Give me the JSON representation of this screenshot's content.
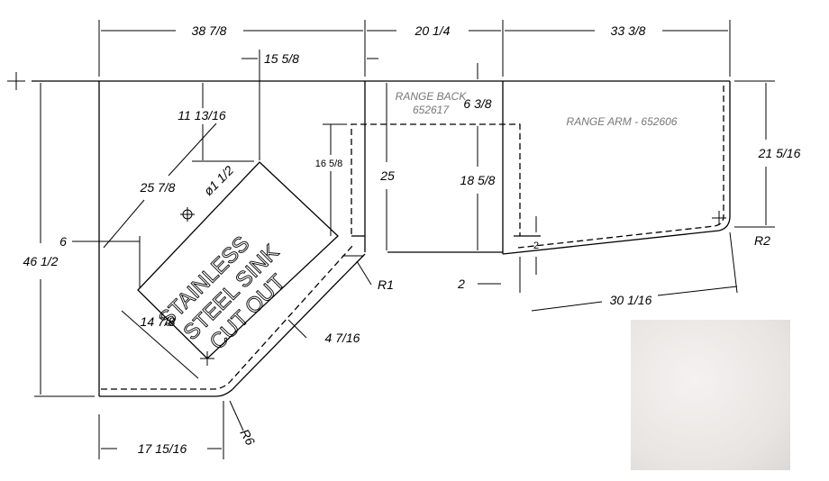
{
  "dimensions": {
    "top_left_width": "38 7/8",
    "top_mid_width": "20 1/4",
    "top_right_width": "33 3/8",
    "sink_offset": "15 5/8",
    "sink_top_depth": "11 13/16",
    "sink_length": "25 7/8",
    "faucet_hole": "ø1 1/2",
    "left_setback": "6",
    "overall_depth": "46 1/2",
    "sink_width": "14 7/8",
    "angled_edge": "4 7/16",
    "bottom_width": "17 15/16",
    "radius_bottom": "R6",
    "radius_inner": "R1",
    "range_back_height": "16 5/8",
    "range_gap_depth": "25",
    "range_opening_depth": "18 5/8",
    "range_back_depth": "6 3/8",
    "arm_depth": "21 5/16",
    "radius_arm": "R2",
    "arm_overhang": "2",
    "arm_small": "2",
    "arm_length": "30 1/16"
  },
  "labels": {
    "range_back": "RANGE BACK",
    "range_back_code": "652617",
    "range_arm": "RANGE ARM - 652606",
    "sink_line1": "STAINLESS",
    "sink_line2": "STEEL SINK",
    "sink_line3": "CUT OUT"
  },
  "swatch": {
    "color": "#ebe7e5"
  }
}
